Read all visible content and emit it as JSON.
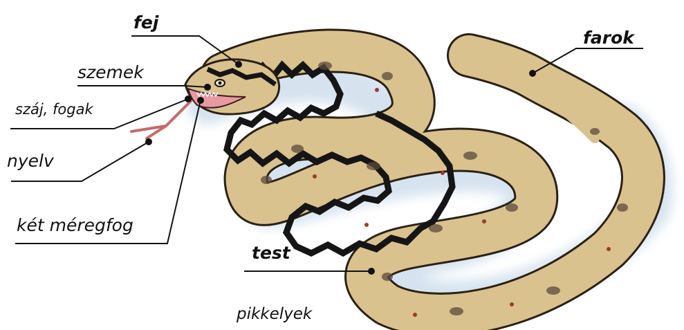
{
  "labels": {
    "fej": "fej",
    "farok": "farok",
    "szemek": "szemek",
    "szaj_fogak": "száj, fogak",
    "nyelv": "nyelv",
    "ket_meregfog": "két méregfog",
    "test": "test",
    "pikkelyek": "pikkelyek"
  },
  "colors": {
    "snake_body": "#d9c28e",
    "zigzag_stripe": "#151515",
    "blotch": "#5a4a3a",
    "mouth": "#e89aa0",
    "tongue": "#c46a6a",
    "shadow": "#d6e3ef",
    "leader_line": "#111111"
  }
}
